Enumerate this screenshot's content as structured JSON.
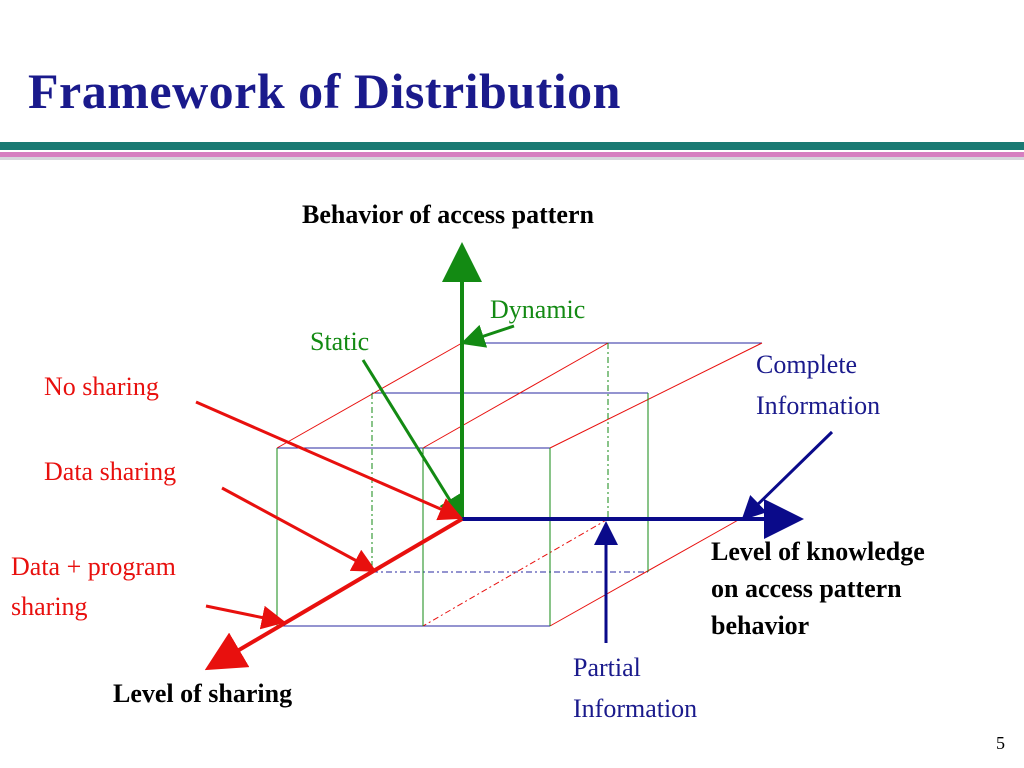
{
  "slide": {
    "title": "Framework of Distribution",
    "page_number": "5"
  },
  "axes": {
    "vertical_label": "Behavior of access pattern",
    "horizontal_label_lines": [
      "Level of knowledge",
      "on access pattern",
      "behavior"
    ],
    "depth_label": "Level of sharing"
  },
  "labels": {
    "dynamic": "Dynamic",
    "static": "Static",
    "complete_lines": [
      "Complete",
      "Information"
    ],
    "partial_lines": [
      "Partial",
      "Information"
    ],
    "no_sharing": "No sharing",
    "data_sharing": "Data sharing",
    "data_program_lines": [
      "Data + program",
      "sharing"
    ]
  },
  "colors": {
    "title": "#1a1a8c",
    "vertical_axis": "#138a13",
    "horizontal_axis": "#0a0a8a",
    "depth_axis": "#e8100e",
    "cube_edges_red": "#e8100e",
    "cube_edges_green": "#138a13",
    "cube_edges_blue": "#2a2aa0"
  }
}
